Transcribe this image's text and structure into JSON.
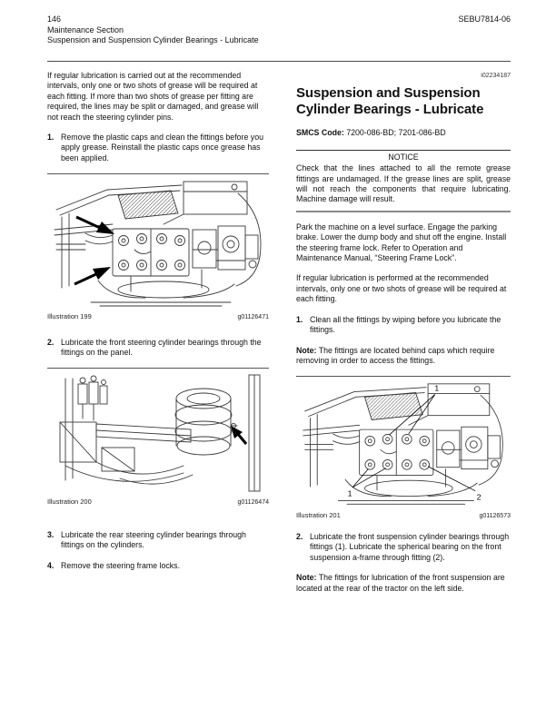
{
  "header": {
    "page_number": "146",
    "section": "Maintenance Section",
    "subsection": "Suspension and Suspension Cylinder Bearings - Lubricate",
    "doc_code": "SEBU7814-06"
  },
  "left_column": {
    "intro": "If regular lubrication is carried out at the recommended intervals, only one or two shots of grease will be required at each fitting. If more than two shots of grease per fitting are required, the lines may be split or damaged, and grease will not reach the steering cylinder pins.",
    "steps": [
      {
        "num": "1.",
        "text": "Remove the plastic caps and clean the fittings before you apply grease. Reinstall the plastic caps once grease has been applied."
      },
      {
        "num": "2.",
        "text": "Lubricate the front steering cylinder bearings through the fittings on the panel."
      },
      {
        "num": "3.",
        "text": "Lubricate the rear steering cylinder bearings through fittings on the cylinders."
      },
      {
        "num": "4.",
        "text": "Remove the steering frame locks."
      }
    ],
    "illustrations": [
      {
        "label": "Illustration 199",
        "id": "g01126471"
      },
      {
        "label": "Illustration 200",
        "id": "g01126474"
      }
    ]
  },
  "right_column": {
    "article_id": "i02234187",
    "title": "Suspension and Suspension Cylinder Bearings - Lubricate",
    "smcs_label": "SMCS Code:",
    "smcs_value": " 7200-086-BD; 7201-086-BD",
    "notice": {
      "title": "NOTICE",
      "body": "Check that the lines attached to all the remote grease fittings are undamaged. If the grease lines are split, grease will not reach the components that require lubricating. Machine damage will result."
    },
    "para1": "Park the machine on a level surface. Engage the parking brake. Lower the dump body and shut off the engine. Install the steering frame lock. Refer to Operation and Maintenance Manual, “Steering Frame Lock”.",
    "para2": "If regular lubrication is performed at the recommended intervals, only one or two shots of grease will be required at each fitting.",
    "steps": [
      {
        "num": "1.",
        "text": "Clean all the fittings by wiping before you lubricate the fittings."
      },
      {
        "num": "2.",
        "text": "Lubricate the front suspension cylinder bearings through fittings (1). Lubricate the spherical bearing on the front suspension a-frame through fitting (2)."
      }
    ],
    "note1_label": "Note:",
    "note1_text": " The fittings are located behind caps which require removing in order to access the fittings.",
    "note2_label": "Note:",
    "note2_text": " The fittings for lubrication of the front suspension are located at the rear of the tractor on the left side.",
    "illustration": {
      "label": "Illustration 201",
      "id": "g01126573",
      "callouts": [
        "1",
        "1",
        "2"
      ]
    }
  }
}
